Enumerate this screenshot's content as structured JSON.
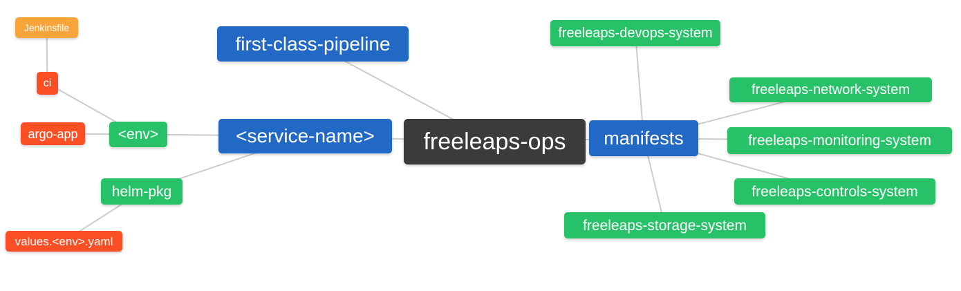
{
  "diagram": {
    "type": "mindmap",
    "background": "#ffffff",
    "edge_color": "#cccccc",
    "text_color": "#ffffff",
    "palette": {
      "dark": "#3b3b3b",
      "blue": "#2169c4",
      "green": "#27c268",
      "orange": "#f9a43b",
      "red": "#fa4e24"
    },
    "nodes": {
      "freeleaps_ops": {
        "label": "freeleaps-ops",
        "color": "dark"
      },
      "first_class_pipeline": {
        "label": "first-class-pipeline",
        "color": "blue"
      },
      "service_name": {
        "label": "<service-name>",
        "color": "blue"
      },
      "manifests": {
        "label": "manifests",
        "color": "blue"
      },
      "env": {
        "label": "<env>",
        "color": "green"
      },
      "helm_pkg": {
        "label": "helm-pkg",
        "color": "green"
      },
      "jenkinsfile": {
        "label": "Jenkinsfile",
        "color": "orange"
      },
      "ci": {
        "label": "ci",
        "color": "red"
      },
      "argo_app": {
        "label": "argo-app",
        "color": "red"
      },
      "values_env_yaml": {
        "label": "values.<env>.yaml",
        "color": "red"
      },
      "devops_system": {
        "label": "freeleaps-devops-system",
        "color": "green"
      },
      "network_system": {
        "label": "freeleaps-network-system",
        "color": "green"
      },
      "monitoring_system": {
        "label": "freeleaps-monitoring-system",
        "color": "green"
      },
      "controls_system": {
        "label": "freeleaps-controls-system",
        "color": "green"
      },
      "storage_system": {
        "label": "freeleaps-storage-system",
        "color": "green"
      }
    },
    "edges": [
      [
        "jenkinsfile",
        "ci"
      ],
      [
        "ci",
        "env"
      ],
      [
        "argo_app",
        "env"
      ],
      [
        "env",
        "service_name"
      ],
      [
        "helm_pkg",
        "service_name"
      ],
      [
        "values_env_yaml",
        "helm_pkg"
      ],
      [
        "service_name",
        "freeleaps_ops"
      ],
      [
        "first_class_pipeline",
        "freeleaps_ops"
      ],
      [
        "freeleaps_ops",
        "manifests"
      ],
      [
        "manifests",
        "devops_system"
      ],
      [
        "manifests",
        "network_system"
      ],
      [
        "manifests",
        "monitoring_system"
      ],
      [
        "manifests",
        "controls_system"
      ],
      [
        "manifests",
        "storage_system"
      ]
    ]
  }
}
